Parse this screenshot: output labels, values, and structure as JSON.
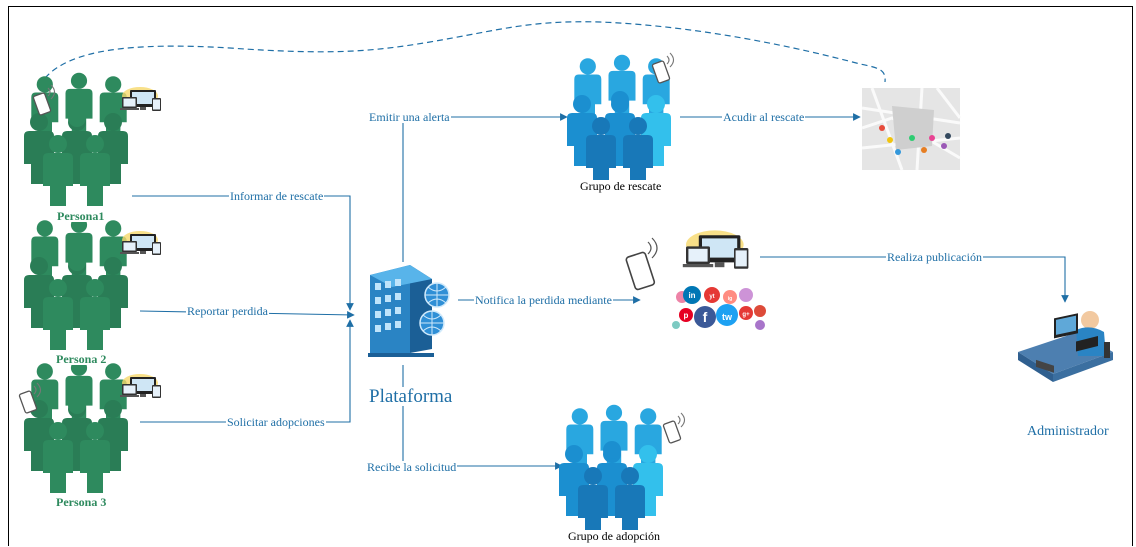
{
  "nodes": {
    "persona1": "Persona1",
    "persona2": "Persona 2",
    "persona3": "Persona 3",
    "plataforma": "Plataforma",
    "grupo_rescate": "Grupo de rescate",
    "grupo_adopcion": "Grupo de adopción",
    "administrador": "Administrador"
  },
  "edges": {
    "informar_rescate": "Informar de rescate",
    "reportar_perdida": "Reportar perdida",
    "solicitar_adopciones": "Solicitar adopciones",
    "emitir_alerta": "Emitir una alerta",
    "acudir_rescate": "Acudir al rescate",
    "notifica_perdida": "Notifica la perdida mediante",
    "realiza_publicacion": "Realiza publicación",
    "recibe_solicitud": "Recibe la solicitud"
  },
  "social_icons": [
    "in",
    "yt",
    "f",
    "tw",
    "p",
    "g+",
    "ig"
  ],
  "colors": {
    "line": "#1f6fa6",
    "persona_green": "#2e7d5b",
    "group_blue": "#1b8fd0",
    "group_light": "#29b6e8",
    "building": "#2a84c4"
  }
}
